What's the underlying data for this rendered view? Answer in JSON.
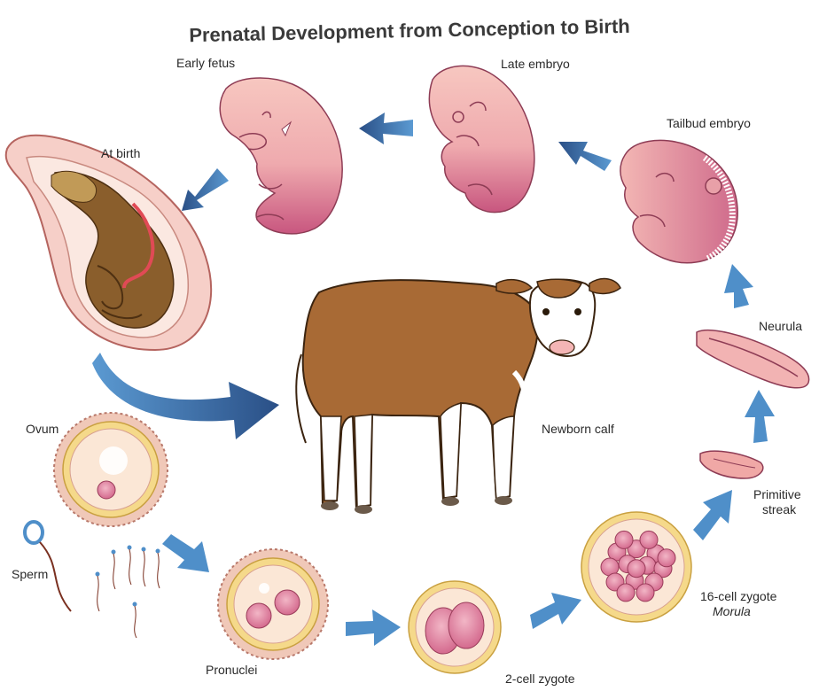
{
  "title": "Prenatal Development from Conception to Birth",
  "stages": {
    "early_fetus": "Early fetus",
    "late_embryo": "Late embryo",
    "tailbud_embryo": "Tailbud embryo",
    "at_birth": "At birth",
    "neurula": "Neurula",
    "newborn_calf": "Newborn calf",
    "ovum": "Ovum",
    "primitive_line1": "Primitive",
    "primitive_line2": "streak",
    "sperm": "Sperm",
    "sixteen_cell_line1": "16-cell zygote",
    "sixteen_cell_line2": "Morula",
    "pronuclei": "Pronuclei",
    "two_cell": "2-cell zygote"
  },
  "colors": {
    "arrow": "#4f8fc9",
    "arrow_dark": "#2f5f98",
    "embryo_pink": "#f2b3b3",
    "embryo_dark": "#c85a82",
    "calf_brown": "#a86a35",
    "cell_yellow": "#f3dc8a",
    "cell_rim": "#d8a090"
  }
}
